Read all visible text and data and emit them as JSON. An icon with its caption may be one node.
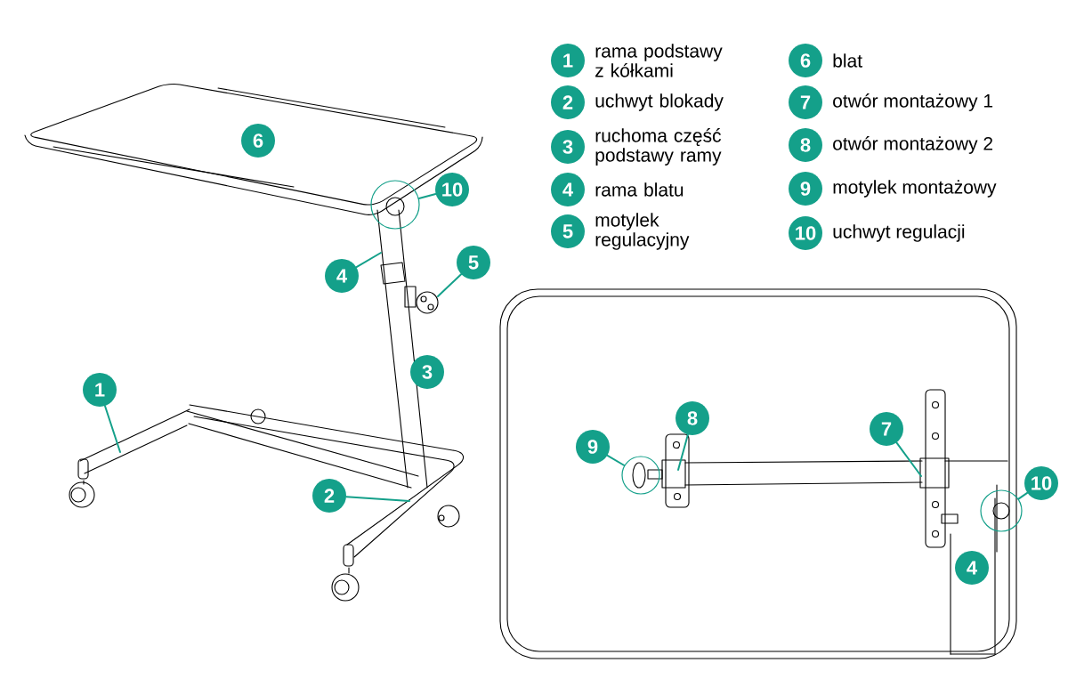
{
  "diagram": {
    "nodes": [
      {
        "text": [
          "1"
        ],
        "beside": [
          "rama podstawy z kółkami"
        ]
      },
      {
        "text": [
          "2"
        ],
        "beside": [
          "uchwyt blokady"
        ]
      },
      {
        "text": [
          "3"
        ],
        "beside": [
          "ruchoma część podstawy ramy"
        ]
      },
      {
        "text": [
          "4"
        ],
        "beside": [
          "rama blatu"
        ]
      },
      {
        "text": [
          "5"
        ],
        "beside": [
          "motylek regulacyjny"
        ]
      },
      {
        "text": [
          "6"
        ],
        "beside": [
          "blat"
        ]
      },
      {
        "text": [
          "7"
        ],
        "beside": [
          "otwór montażowy 1"
        ]
      },
      {
        "text": [
          "8"
        ],
        "beside": [
          "otwór montażowy 2"
        ]
      },
      {
        "text": [
          "9"
        ],
        "beside": [
          "motylek montażowy"
        ]
      },
      {
        "text": [
          "10"
        ],
        "beside": [
          "uchwyt regulacji"
        ]
      },
      {
        "text": [
          "6"
        ]
      },
      {
        "text": [
          "10"
        ]
      },
      {
        "text": [
          "4"
        ]
      },
      {
        "text": [
          "5"
        ]
      },
      {
        "text": [
          "3"
        ]
      },
      {
        "text": [
          "1"
        ]
      },
      {
        "text": [
          "2"
        ]
      },
      {
        "text": [
          "8"
        ]
      },
      {
        "text": [
          "9"
        ]
      },
      {
        "text": [
          "7"
        ]
      },
      {
        "text": [
          "10"
        ]
      },
      {
        "text": [
          "4"
        ]
      },
      {
        "text": [],
        "shape": "circle"
      },
      {
        "text": [],
        "shape": "circle"
      },
      {
        "text": [],
        "shape": "circle"
      }
    ],
    "edges": [
      {
        "from": 12,
        "to": null,
        "arrow": "none"
      },
      {
        "from": 13,
        "to": null,
        "arrow": "none"
      },
      {
        "from": 15,
        "to": null,
        "arrow": "none"
      },
      {
        "from": 16,
        "to": null,
        "arrow": "none"
      },
      {
        "from": 11,
        "to": 22,
        "arrow": "none"
      },
      {
        "from": 17,
        "to": null,
        "arrow": "none"
      },
      {
        "from": 18,
        "to": 23,
        "arrow": "none"
      },
      {
        "from": 19,
        "to": null,
        "arrow": "none"
      },
      {
        "from": 20,
        "to": 24,
        "arrow": "none"
      }
    ]
  }
}
